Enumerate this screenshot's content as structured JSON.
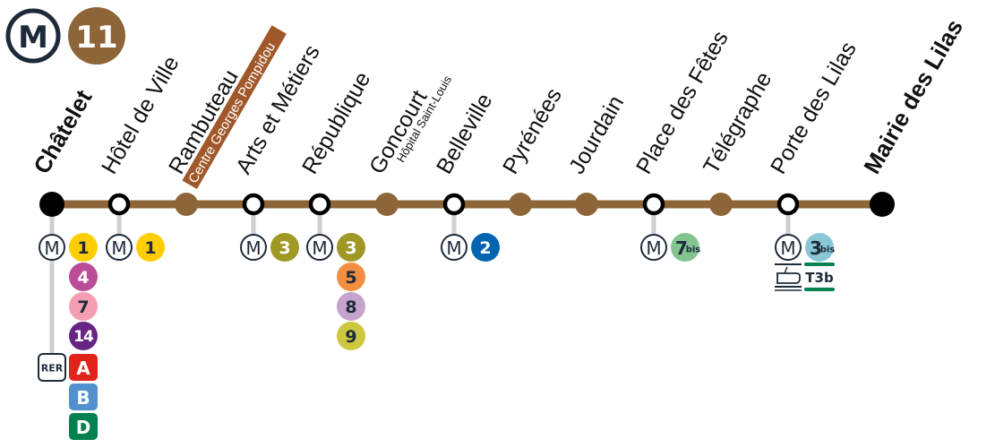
{
  "header": {
    "mode_symbol": "M",
    "line_number": "11",
    "line_color": "#8E6538"
  },
  "stations": [
    {
      "name": "Châtelet",
      "type": "terminus",
      "correspondences": {
        "metro": [
          "1",
          "4",
          "7",
          "14"
        ],
        "rer": [
          "A",
          "B",
          "D"
        ]
      }
    },
    {
      "name": "Hôtel de Ville",
      "type": "interchange",
      "correspondences": {
        "metro": [
          "1"
        ]
      }
    },
    {
      "name": "Rambuteau",
      "subtitle": "Centre Georges Pompidou",
      "subtitle_style": "highlight",
      "type": "stop"
    },
    {
      "name": "Arts et Métiers",
      "type": "interchange",
      "correspondences": {
        "metro": [
          "3"
        ]
      }
    },
    {
      "name": "République",
      "type": "interchange",
      "correspondences": {
        "metro": [
          "3",
          "5",
          "8",
          "9"
        ]
      }
    },
    {
      "name": "Goncourt",
      "subtitle": "Hôpital Saint-Louis",
      "type": "stop"
    },
    {
      "name": "Belleville",
      "type": "interchange",
      "correspondences": {
        "metro": [
          "2"
        ]
      }
    },
    {
      "name": "Pyrénées",
      "type": "stop"
    },
    {
      "name": "Jourdain",
      "type": "stop"
    },
    {
      "name": "Place des Fêtes",
      "type": "interchange",
      "correspondences": {
        "metro": [
          "7bis"
        ]
      }
    },
    {
      "name": "Télégraphe",
      "type": "stop"
    },
    {
      "name": "Porte des Lilas",
      "type": "interchange",
      "correspondences": {
        "metro": [
          "3bis"
        ],
        "tram": [
          "T3b"
        ]
      }
    },
    {
      "name": "Mairie des Lilas",
      "type": "terminus"
    }
  ],
  "labels": {
    "metro_symbol": "M",
    "rer_symbol": "RER",
    "bis_suffix": "bis"
  },
  "line_colors": {
    "1": {
      "bg": "#FFCD00",
      "fg": "#1D2A3A"
    },
    "2": {
      "bg": "#0064B1",
      "fg": "#ffffff"
    },
    "3": {
      "bg": "#9F9825",
      "fg": "#ffffff"
    },
    "3bis": {
      "bg": "#89C7D6",
      "fg": "#1D2A3A"
    },
    "4": {
      "bg": "#BB4D98",
      "fg": "#ffffff"
    },
    "5": {
      "bg": "#F28E42",
      "fg": "#1D2A3A"
    },
    "7": {
      "bg": "#F59EB3",
      "fg": "#1D2A3A"
    },
    "7bis": {
      "bg": "#83C491",
      "fg": "#1D2A3A"
    },
    "8": {
      "bg": "#C5A3CD",
      "fg": "#1D2A3A"
    },
    "9": {
      "bg": "#CDC83F",
      "fg": "#1D2A3A"
    },
    "14": {
      "bg": "#662483",
      "fg": "#ffffff"
    },
    "A": {
      "bg": "#E2231A",
      "fg": "#ffffff"
    },
    "B": {
      "bg": "#5291CE",
      "fg": "#ffffff"
    },
    "D": {
      "bg": "#00814F",
      "fg": "#ffffff"
    },
    "T3b": {
      "bg": "#00814F",
      "fg": "#1D2A3A"
    }
  }
}
